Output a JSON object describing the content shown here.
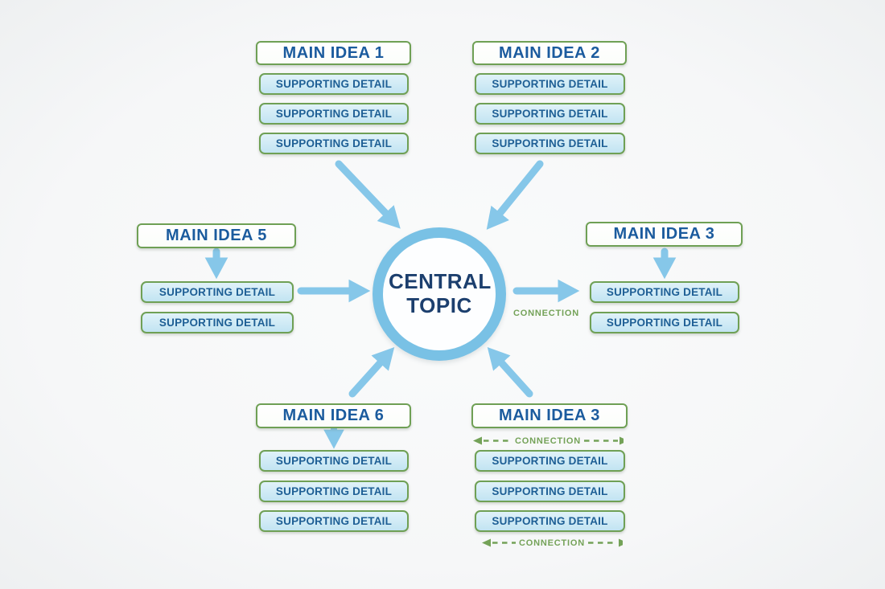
{
  "colors": {
    "arrow_blue": "#86C7E9",
    "ring_blue": "#79C1E5",
    "box_border_green": "#6FA055",
    "connection_green": "#74A258",
    "main_idea_text": "#1B5B9E",
    "detail_text": "#1E5F95",
    "central_text": "#1C3F6E",
    "detail_fill": "#CDE9F5",
    "background": "#F7F8F8"
  },
  "central": {
    "label": "CENTRAL TOPIC"
  },
  "groups": [
    {
      "position": "top-left",
      "title": "MAIN IDEA 1",
      "details": [
        "SUPPORTING DETAIL",
        "SUPPORTING DETAIL",
        "SUPPORTING DETAIL"
      ]
    },
    {
      "position": "top-right",
      "title": "MAIN IDEA 2",
      "details": [
        "SUPPORTING DETAIL",
        "SUPPORTING DETAIL",
        "SUPPORTING DETAIL"
      ]
    },
    {
      "position": "middle-left",
      "title": "MAIN IDEA 5",
      "details": [
        "SUPPORTING DETAIL",
        "SUPPORTING DETAIL"
      ]
    },
    {
      "position": "middle-right",
      "title": "MAIN IDEA 3",
      "details": [
        "SUPPORTING DETAIL",
        "SUPPORTING DETAIL"
      ],
      "connection_label": "CONNECTION"
    },
    {
      "position": "bottom-left",
      "title": "MAIN IDEA 6",
      "details": [
        "SUPPORTING DETAIL",
        "SUPPORTING DETAIL",
        "SUPPORTING DETAIL"
      ]
    },
    {
      "position": "bottom-right",
      "title": "MAIN IDEA 3",
      "details": [
        "SUPPORTING DETAIL",
        "SUPPORTING DETAIL",
        "SUPPORTING DETAIL"
      ],
      "connection_label_top": "CONNECTION",
      "connection_label_bottom": "CONNECTION"
    }
  ]
}
